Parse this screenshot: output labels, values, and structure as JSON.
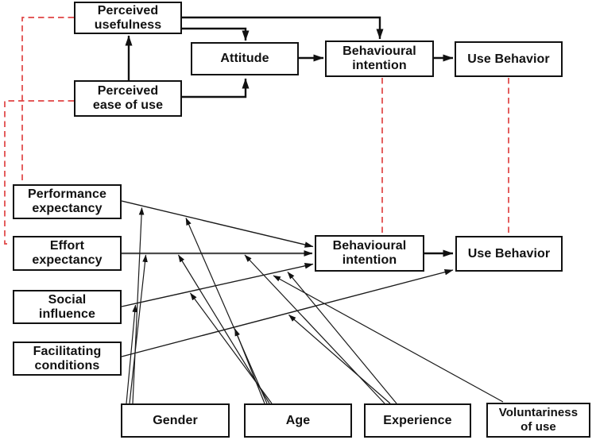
{
  "nodes": {
    "perceived_usefulness": {
      "label": "Perceived\nusefulness"
    },
    "perceived_ease_of_use": {
      "label": "Perceived\nease of use"
    },
    "attitude": {
      "label": "Attitude"
    },
    "behavioural_intention_top": {
      "label": "Behavioural\nintention"
    },
    "use_behavior_top": {
      "label": "Use Behavior"
    },
    "performance_expectancy": {
      "label": "Performance\nexpectancy"
    },
    "effort_expectancy": {
      "label": "Effort\nexpectancy"
    },
    "social_influence": {
      "label": "Social\ninfluence"
    },
    "facilitating_conditions": {
      "label": "Facilitating\nconditions"
    },
    "behavioural_intention_bottom": {
      "label": "Behavioural\nintention"
    },
    "use_behavior_bottom": {
      "label": "Use Behavior"
    },
    "gender": {
      "label": "Gender"
    },
    "age": {
      "label": "Age"
    },
    "experience": {
      "label": "Experience"
    },
    "voluntariness_of_use": {
      "label": "Voluntariness\nof use"
    }
  },
  "edges": {
    "top_model_arrows": [
      {
        "from": "perceived_ease_of_use",
        "to": "perceived_usefulness"
      },
      {
        "from": "perceived_usefulness",
        "to": "attitude"
      },
      {
        "from": "perceived_ease_of_use",
        "to": "attitude"
      },
      {
        "from": "perceived_usefulness",
        "to": "behavioural_intention_top"
      },
      {
        "from": "attitude",
        "to": "behavioural_intention_top"
      },
      {
        "from": "behavioural_intention_top",
        "to": "use_behavior_top"
      }
    ],
    "bottom_model_arrows": [
      {
        "from": "performance_expectancy",
        "to": "behavioural_intention_bottom"
      },
      {
        "from": "effort_expectancy",
        "to": "behavioural_intention_bottom"
      },
      {
        "from": "social_influence",
        "to": "behavioural_intention_bottom"
      },
      {
        "from": "facilitating_conditions",
        "to": "use_behavior_bottom"
      },
      {
        "from": "behavioural_intention_bottom",
        "to": "use_behavior_bottom"
      }
    ],
    "moderator_arrows": [
      {
        "from": "gender",
        "to_path": "performance_expectancy->behavioural_intention"
      },
      {
        "from": "gender",
        "to_path": "effort_expectancy->behavioural_intention"
      },
      {
        "from": "gender",
        "to_path": "social_influence->behavioural_intention"
      },
      {
        "from": "age",
        "to_path": "performance_expectancy->behavioural_intention"
      },
      {
        "from": "age",
        "to_path": "effort_expectancy->behavioural_intention"
      },
      {
        "from": "age",
        "to_path": "social_influence->behavioural_intention"
      },
      {
        "from": "age",
        "to_path": "facilitating_conditions->use_behavior"
      },
      {
        "from": "experience",
        "to_path": "effort_expectancy->behavioural_intention"
      },
      {
        "from": "experience",
        "to_path": "social_influence->behavioural_intention"
      },
      {
        "from": "experience",
        "to_path": "facilitating_conditions->use_behavior"
      },
      {
        "from": "voluntariness_of_use",
        "to_path": "social_influence->behavioural_intention"
      }
    ],
    "dashed_links": [
      {
        "a": "perceived_usefulness",
        "b": "performance_expectancy"
      },
      {
        "a": "perceived_ease_of_use",
        "b": "effort_expectancy"
      },
      {
        "a": "behavioural_intention_top",
        "b": "behavioural_intention_bottom"
      },
      {
        "a": "use_behavior_top",
        "b": "use_behavior_bottom"
      }
    ]
  },
  "colors": {
    "box_border": "#111111",
    "arrow": "#1a1a1a",
    "dashed_link": "#e04343",
    "text": "#111111",
    "background": "#ffffff"
  }
}
